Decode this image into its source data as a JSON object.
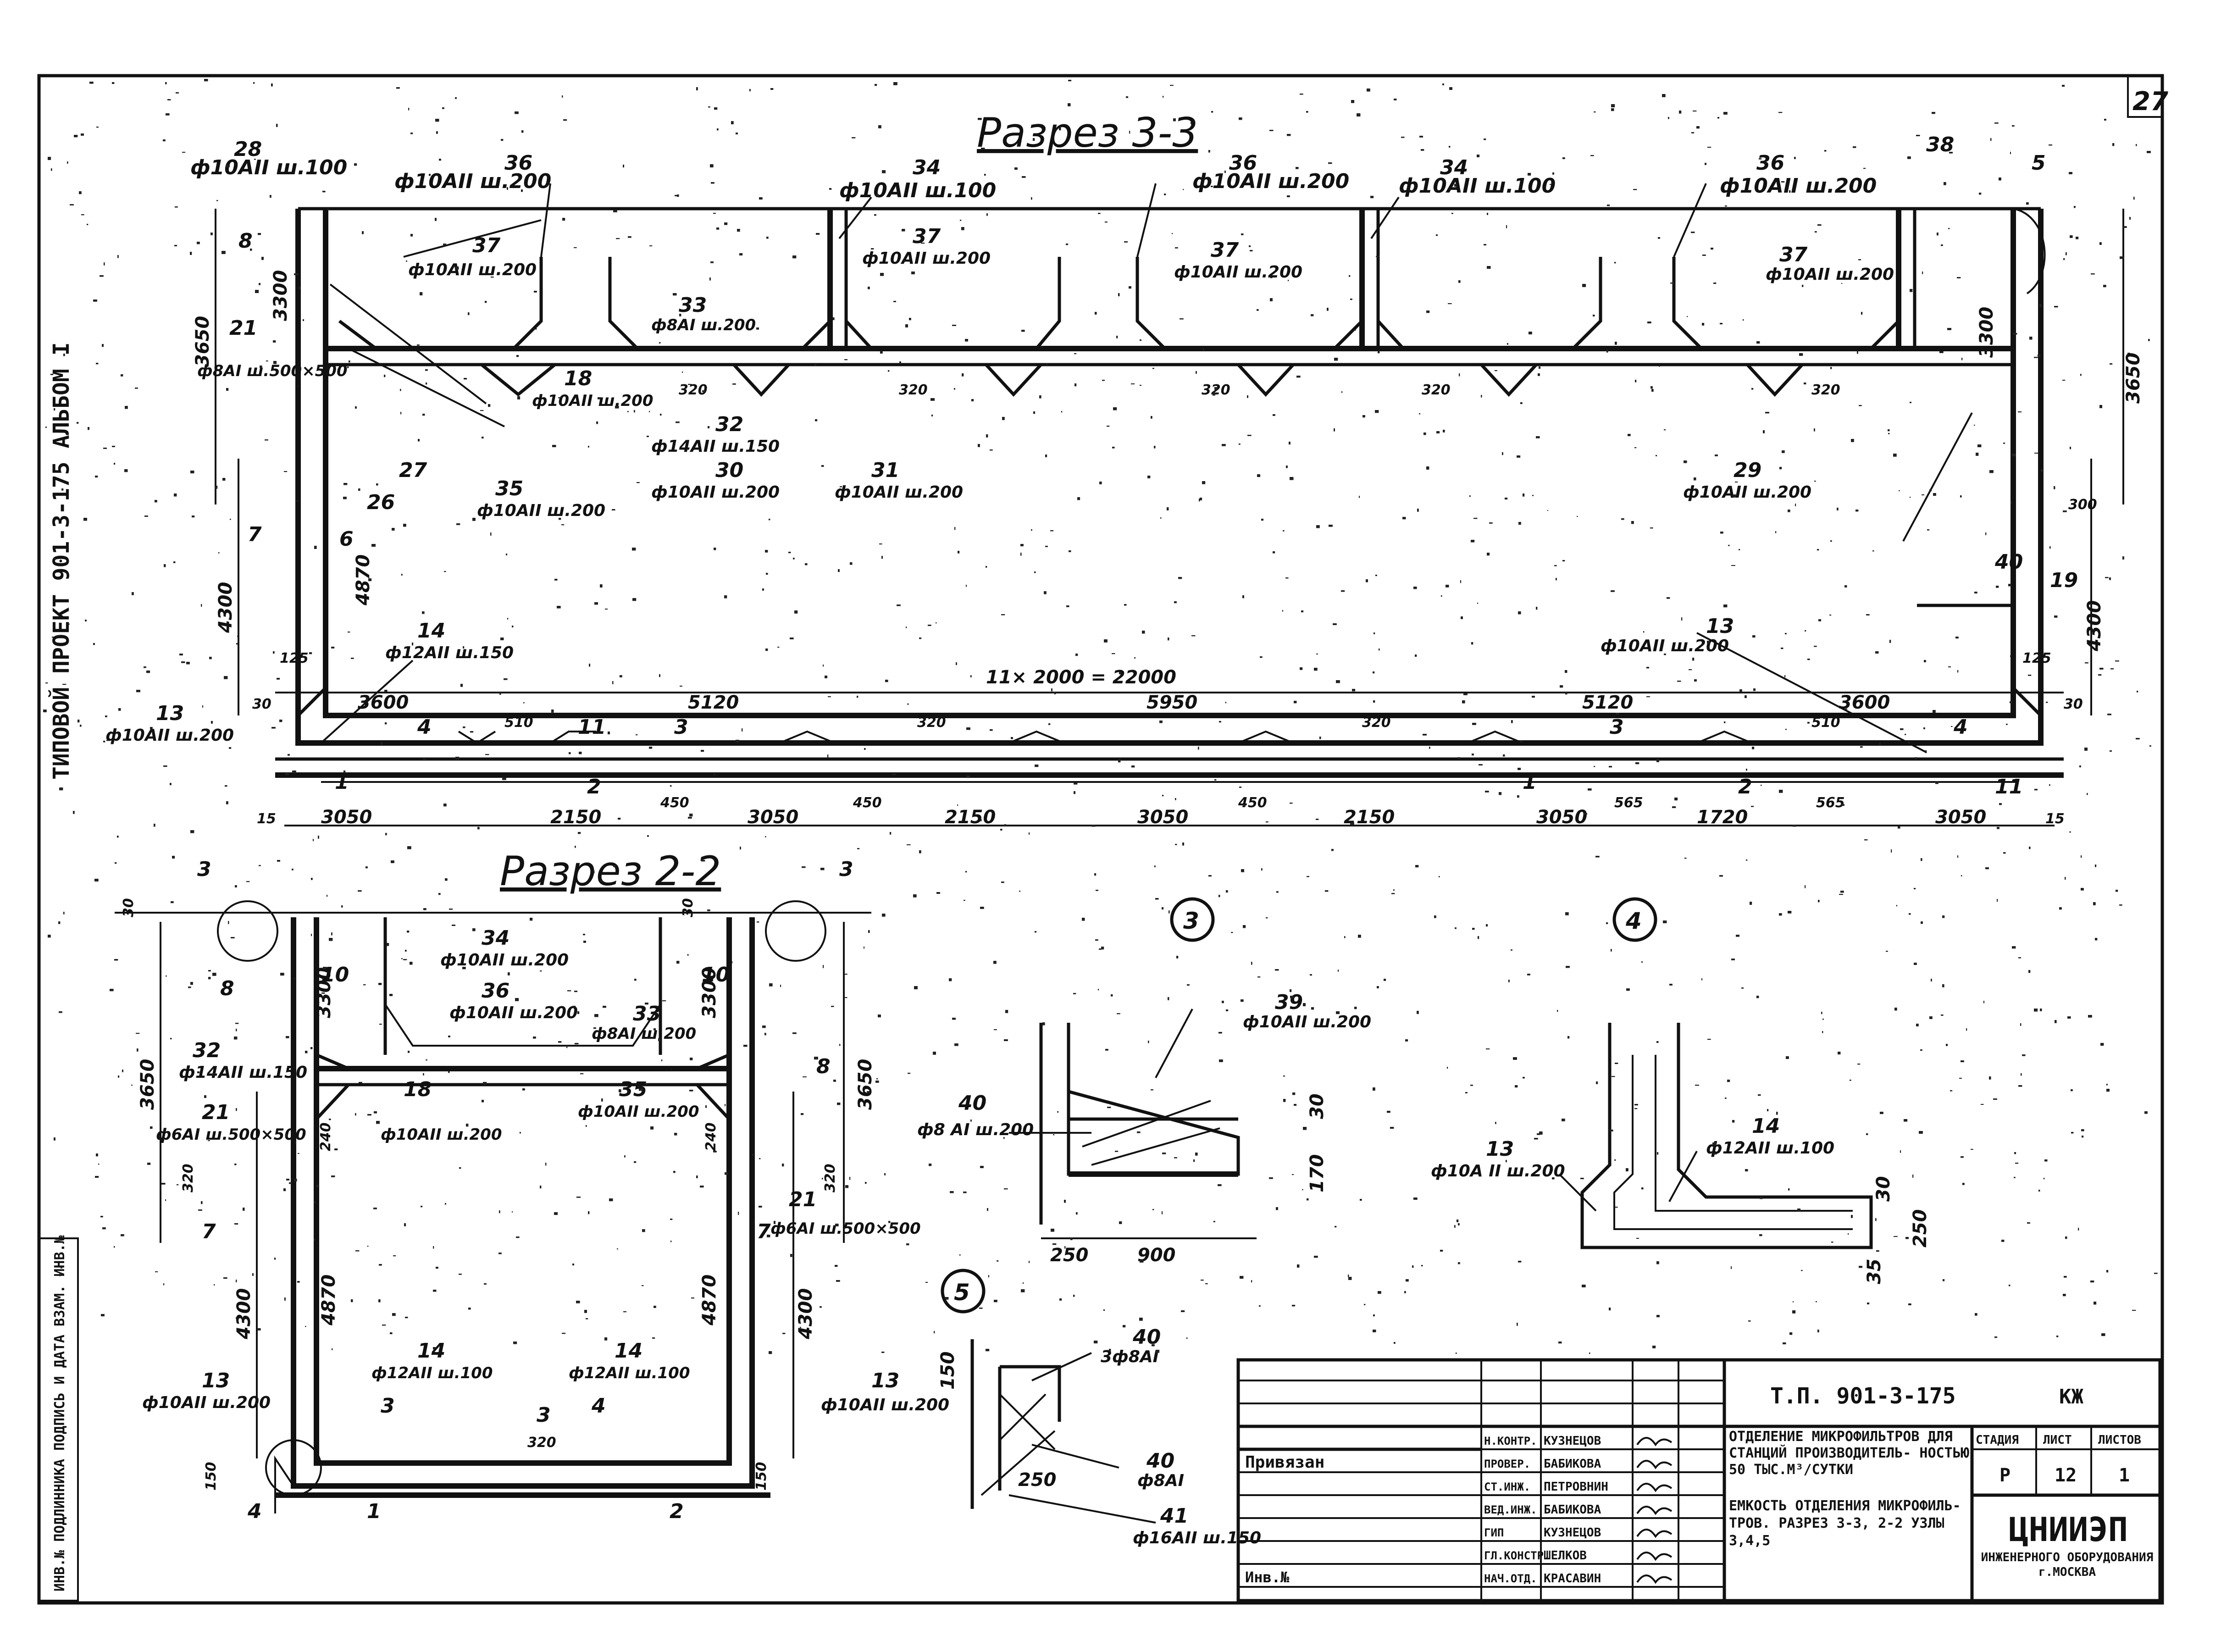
{
  "sheet": {
    "number": "27",
    "album_side": "ТИПОВОЙ ПРОЕКТ 901-3-175 АЛЬБОМ I",
    "side_stamp": "ИНВ.№ ПОДЛИННИКА ПОДПИСЬ И ДАТА ВЗАМ. ИНВ.№"
  },
  "section33": {
    "title": "Разрез 3-3",
    "overall": "11× 2000 = 22000",
    "heights": [
      "3650",
      "3300",
      "4300",
      "4870",
      "3650",
      "3300",
      "4300"
    ],
    "bottom_dims": [
      "3050",
      "2150",
      "450",
      "3050",
      "450",
      "2150",
      "3050",
      "450",
      "2150",
      "3050",
      "565",
      "1720",
      "565",
      "3050",
      "15",
      "15"
    ],
    "top_dims": [
      "3600",
      "5120",
      "5950",
      "5120",
      "3600"
    ],
    "small_dims": [
      "510",
      "320",
      "320",
      "510",
      "320",
      "320",
      "320",
      "320",
      "320",
      "300",
      "30",
      "30",
      "125",
      "125"
    ],
    "callouts": [
      {
        "n": "28",
        "s": "ф10АII ш.100"
      },
      {
        "n": "36",
        "s": "ф10АII ш.200"
      },
      {
        "n": "34",
        "s": "ф10АII ш.100"
      },
      {
        "n": "36",
        "s": "ф10АII ш.200"
      },
      {
        "n": "34",
        "s": "ф10АII ш.100"
      },
      {
        "n": "36",
        "s": "ф10АII ш.200"
      },
      {
        "n": "38",
        "s": ""
      },
      {
        "n": "37",
        "s": "ф10АII ш.200"
      },
      {
        "n": "37",
        "s": "ф10АII ш.200"
      },
      {
        "n": "37",
        "s": "ф10АII ш.200"
      },
      {
        "n": "37",
        "s": "ф10АII ш.200"
      },
      {
        "n": "33",
        "s": "ф8АI ш.200"
      },
      {
        "n": "32",
        "s": "ф14АII ш.150"
      },
      {
        "n": "18",
        "s": "ф10АII ш.200"
      },
      {
        "n": "30",
        "s": "ф10АII ш.200"
      },
      {
        "n": "31",
        "s": "ф10АII ш.200"
      },
      {
        "n": "35",
        "s": "ф10АII ш.200"
      },
      {
        "n": "29",
        "s": "ф10АII ш.200"
      },
      {
        "n": "21",
        "s": "ф8АI ш.500×500"
      },
      {
        "n": "14",
        "s": "ф12АII ш.150"
      },
      {
        "n": "13",
        "s": "ф10АII ш.200"
      },
      {
        "n": "13",
        "s": "ф10АII ш.200"
      },
      {
        "n": "19",
        "s": ""
      },
      {
        "n": "5",
        "s": ""
      }
    ],
    "marks": [
      "1",
      "2",
      "3",
      "4",
      "11",
      "1",
      "2",
      "3",
      "4",
      "11",
      "6",
      "7",
      "8",
      "27",
      "26",
      "40"
    ]
  },
  "section22": {
    "title": "Разрез 2-2",
    "heights": [
      "3650",
      "3300",
      "4300",
      "4870",
      "4870",
      "3300",
      "3650",
      "4300"
    ],
    "callouts": [
      {
        "n": "34",
        "s": "ф10АII ш.200"
      },
      {
        "n": "36",
        "s": "ф10АII ш.200"
      },
      {
        "n": "33",
        "s": "ф8АI ш.200"
      },
      {
        "n": "32",
        "s": "ф14АII ш.150"
      },
      {
        "n": "21",
        "s": "ф6АI ш.500×500"
      },
      {
        "n": "18",
        "s": "ф10АII ш.200"
      },
      {
        "n": "35",
        "s": "ф10АII ш.200"
      },
      {
        "n": "21",
        "s": "ф6АI ш.500×500"
      },
      {
        "n": "14",
        "s": "ф12АII ш.100"
      },
      {
        "n": "14",
        "s": "ф12АII ш.100"
      },
      {
        "n": "13",
        "s": "ф10АII ш.200"
      },
      {
        "n": "13",
        "s": "ф10АII ш.200"
      }
    ],
    "marks": [
      "3",
      "3",
      "3",
      "3",
      "8",
      "8",
      "10",
      "10",
      "7",
      "7",
      "1",
      "2",
      "4",
      "4"
    ],
    "small_dims": [
      "30",
      "30",
      "240",
      "240",
      "320",
      "320",
      "150",
      "150",
      "320"
    ]
  },
  "nodes": {
    "n3": {
      "id": "3",
      "c39": "39",
      "s39": "ф10АII ш.200",
      "c40": "40",
      "s40": "ф8 АI ш.200",
      "d1": "250",
      "d2": "900",
      "d3": "170",
      "d4": "30"
    },
    "n4": {
      "id": "4",
      "c13": "13",
      "s13": "ф10А II ш.200",
      "c14": "14",
      "s14": "ф12АII ш.100",
      "d1": "250",
      "d2": "30",
      "d3": "35"
    },
    "n5": {
      "id": "5",
      "c40a": "40",
      "s40a": "3ф8АI",
      "c40b": "40",
      "s40b": "ф8АI",
      "c41": "41",
      "s41": "ф16АII ш.150",
      "d1": "150",
      "d2": "250"
    }
  },
  "titleblock": {
    "code": "Т.П. 901-3-175",
    "mark": "КЖ",
    "tied": "Привязан",
    "inv": "Инв.№",
    "roles": [
      "Н.КОНТР.",
      "ПРОВЕР.",
      "СТ.ИНЖ.",
      "ВЕД.ИНЖ.",
      "ГИП",
      "ГЛ.КОНСТР.",
      "НАЧ.ОТД."
    ],
    "names": [
      "КУЗНЕЦОВ",
      "БАБИКОВА",
      "ПЕТРОВНИН",
      "БАБИКОВА",
      "КУЗНЕЦОВ",
      "ШЕЛКОВ",
      "КРАСАВИН"
    ],
    "desc1": "ОТДЕЛЕНИЕ МИКРОФИЛЬТРОВ ДЛЯ СТАНЦИЙ ПРОИЗВОДИТЕЛЬ- НОСТЬЮ 50 ТЫС.М³/СУТКИ",
    "desc2": "ЕМКОСТЬ ОТДЕЛЕНИЯ МИКРОФИЛЬ- ТРОВ. РАЗРЕЗ 3-3, 2-2 УЗЛЫ 3,4,5",
    "stage_h": "СТАДИЯ",
    "sheet_h": "ЛИСТ",
    "sheets_h": "ЛИСТОВ",
    "stage": "Р",
    "sheet": "12",
    "sheets": "1",
    "org": "ЦНИИЭП",
    "org2": "ИНЖЕНЕРНОГО ОБОРУДОВАНИЯ г.МОСКВА"
  }
}
